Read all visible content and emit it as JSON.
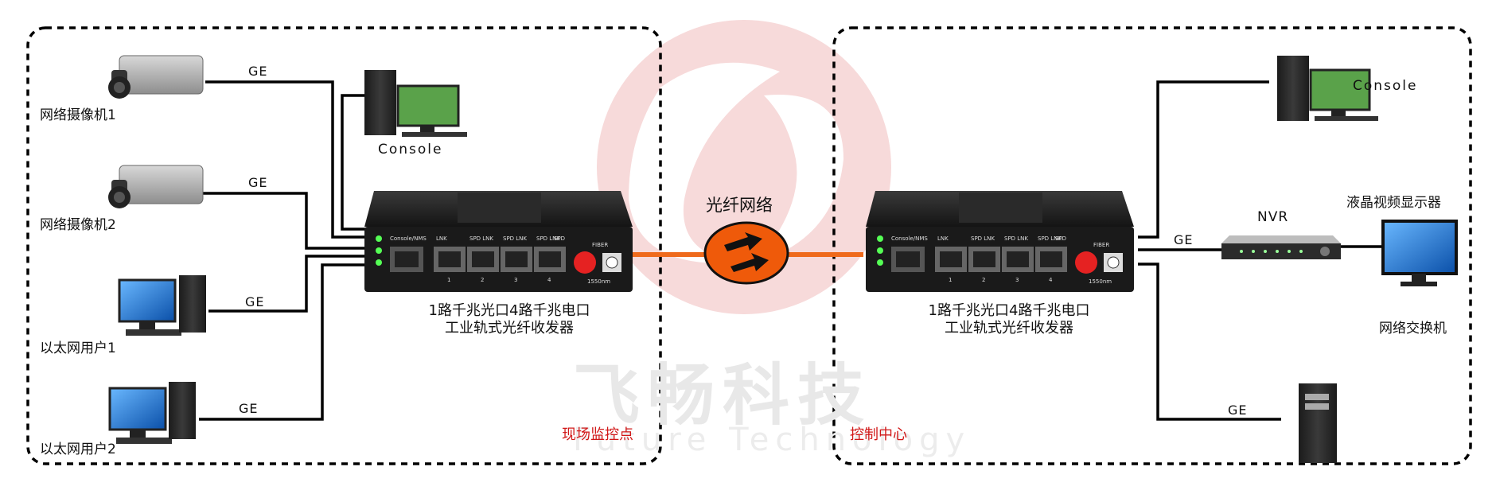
{
  "watermark": {
    "cn": "飞畅科技",
    "en": "Future Technology"
  },
  "network_label": "光纤网络",
  "left_site": {
    "zone_label": "现场监控点",
    "devices": {
      "camera1": "网络摄像机1",
      "camera2": "网络摄像机2",
      "user1": "以太网用户1",
      "user2": "以太网用户2",
      "console": "Console"
    },
    "links": {
      "camera1": "GE",
      "camera2": "GE",
      "user1": "GE",
      "user2": "GE"
    },
    "transceiver_caption": [
      "1路千兆光口4路千兆电口",
      "工业轨式光纤收发器"
    ]
  },
  "right_site": {
    "zone_label": "控制中心",
    "devices": {
      "console": "Console",
      "nvr": "NVR",
      "monitor": "液晶视频显示器",
      "switch": "网络交换机"
    },
    "links": {
      "nvr": "GE",
      "server": "GE"
    },
    "transceiver_caption": [
      "1路千兆光口4路千兆电口",
      "工业轨式光纤收发器"
    ]
  },
  "transceiver_panel": {
    "port_labels": [
      "Console/NMS",
      "LNK",
      "SPD LNK",
      "SPD LNK",
      "SPD LNK",
      "SPD"
    ],
    "port_numbers": [
      "1",
      "2",
      "3",
      "4"
    ],
    "fiber_label": "FIBER",
    "wavelength": "1550nm"
  },
  "colors": {
    "fiber": "#ef6a1c",
    "zone_text": "#d11818",
    "border": "#000000",
    "logo": "#f7dada"
  }
}
